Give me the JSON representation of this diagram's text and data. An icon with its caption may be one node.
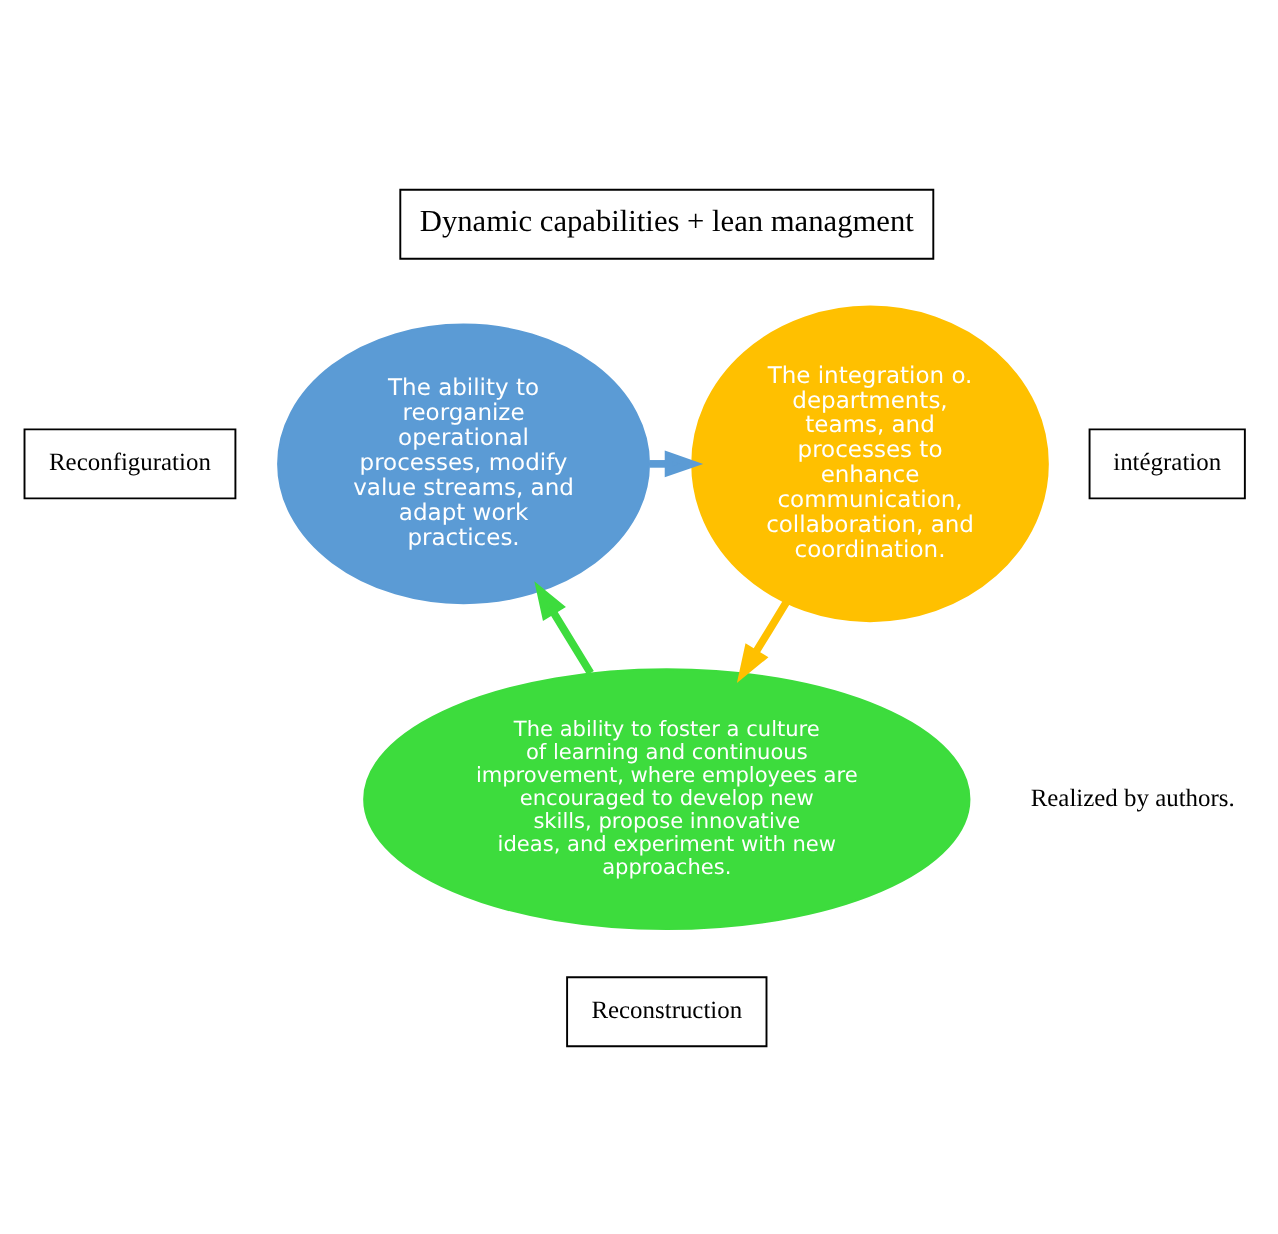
{
  "diagram": {
    "nodes": [
      {
        "text": [
          "Dynamic capabilities + lean managment"
        ]
      },
      {
        "text": [
          "Reconfiguration"
        ]
      },
      {
        "text": [
          "The ability to reorganize operational processes, modify value streams, and adapt work practices."
        ]
      },
      {
        "text": [
          "The integration o. departments, teams, and processes to enhance communication, collaboration, and coordination."
        ]
      },
      {
        "text": [
          "intégration"
        ]
      },
      {
        "text": [
          "The ability to foster a culture of learning and continuous improvement, where employees are encouraged to develop new skills, propose innovative ideas, and experiment with new approaches."
        ]
      },
      {
        "text": [
          "Reconstruction"
        ]
      }
    ],
    "edges": [
      {
        "from": 2,
        "to": 3,
        "arrow": "to",
        "color": "#5b9bd5"
      },
      {
        "from": 3,
        "to": 5,
        "arrow": "to",
        "color": "#ffc000"
      },
      {
        "from": 5,
        "to": 2,
        "arrow": "to",
        "color": "#3ddc3d"
      }
    ],
    "labels": [
      "Realized by authors."
    ]
  }
}
